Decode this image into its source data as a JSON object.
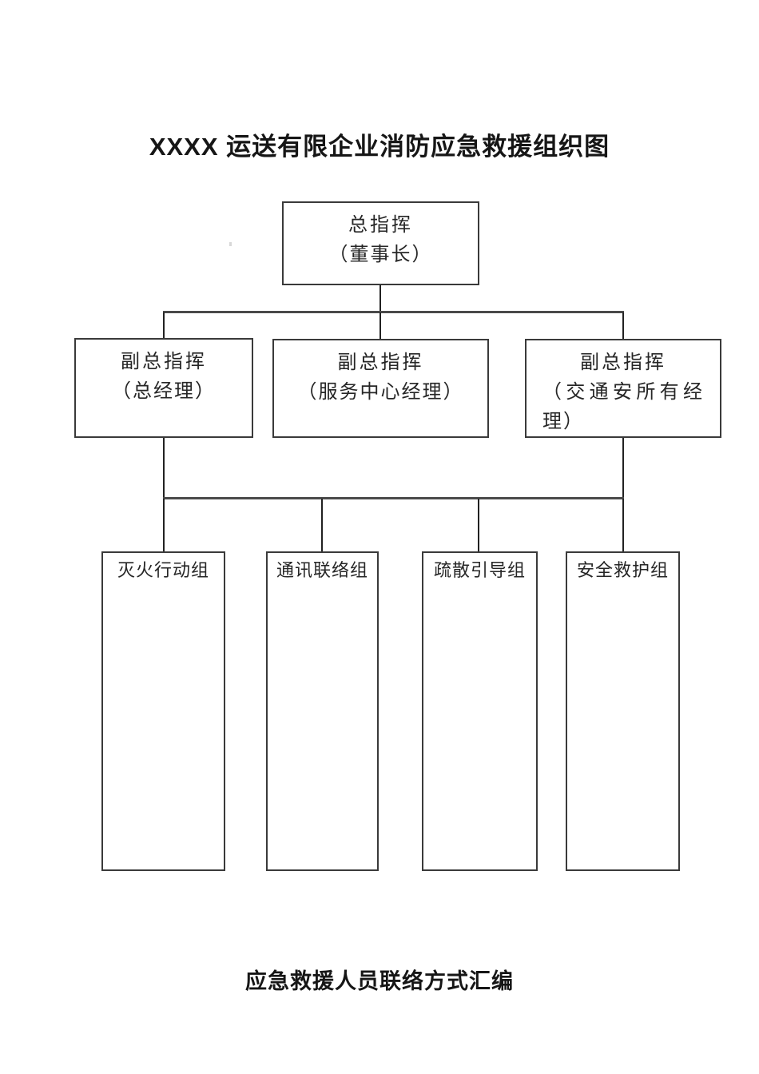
{
  "title": "XXXX 运送有限企业消防应急救援组织图",
  "footer": "应急救援人员联络方式汇编",
  "chart": {
    "root": {
      "title": "总指挥",
      "subtitle": "（董事长）"
    },
    "deputies": [
      {
        "title": "副总指挥",
        "subtitle": "（总经理）"
      },
      {
        "title": "副总指挥",
        "subtitle": "（服务中心经理）"
      },
      {
        "title": "副总指挥",
        "subtitle": "（交通安所有经理）"
      }
    ],
    "groups": [
      {
        "label": "灭火行动组"
      },
      {
        "label": "通讯联络组"
      },
      {
        "label": "疏散引导组"
      },
      {
        "label": "安全救护组"
      }
    ]
  }
}
